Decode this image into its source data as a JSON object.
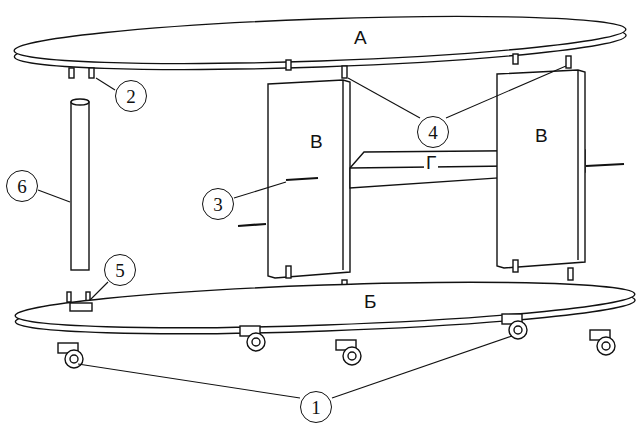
{
  "diagram": {
    "nodes": [
      {
        "text": [
          "2"
        ]
      },
      {
        "text": [
          "4"
        ]
      },
      {
        "text": [
          "6"
        ]
      },
      {
        "text": [
          "3"
        ]
      },
      {
        "text": [
          "5"
        ]
      },
      {
        "text": [
          "1"
        ]
      }
    ],
    "labels": [
      "А",
      "Б",
      "В",
      "В",
      "Г"
    ]
  }
}
